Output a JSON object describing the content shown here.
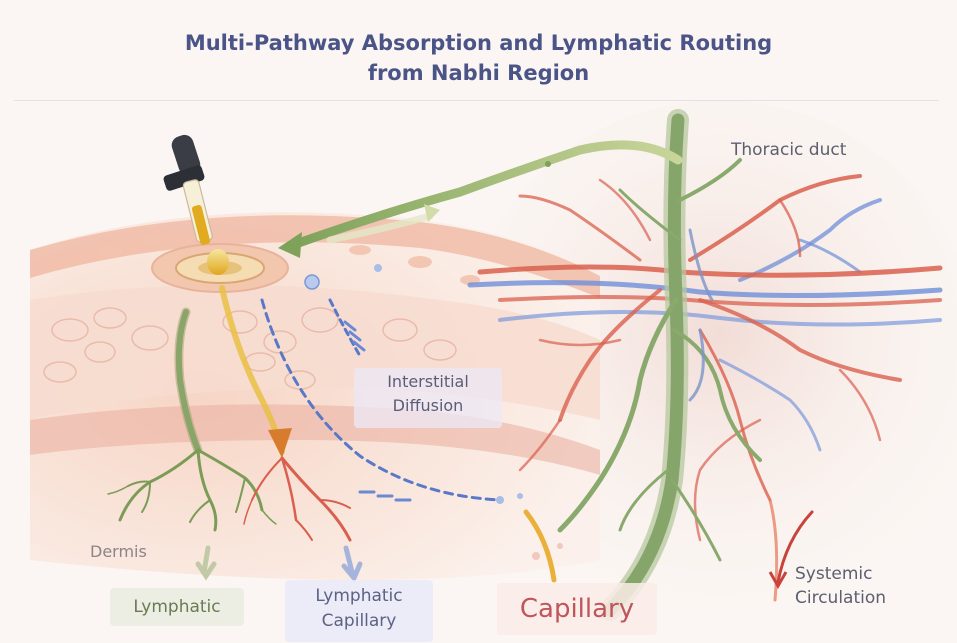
{
  "title": {
    "line1": "Multi-Pathway Absorption and Lymphatic Routing",
    "line2": "from Nabhi Region"
  },
  "labels": {
    "thoracic_duct": "Thoracic duct",
    "interstitial_line1": "Interstitial",
    "interstitial_line2": "Diffusion",
    "dermis": "Dermis",
    "lymphatic": "Lymphatic",
    "lymphatic_capillary_line1": "Lymphatic",
    "lymphatic_capillary_line2": "Capillary",
    "capillary": "Capillary",
    "systemic_line1": "Systemic",
    "systemic_line2": "Circulation"
  },
  "colors": {
    "title": "#4b5486",
    "lymph_green": "#8aa56a",
    "blood_red": "#d9604e",
    "vein_blue": "#5a78c8",
    "oil_gold": "#e4b52a",
    "skin": "#f3cdb8"
  }
}
